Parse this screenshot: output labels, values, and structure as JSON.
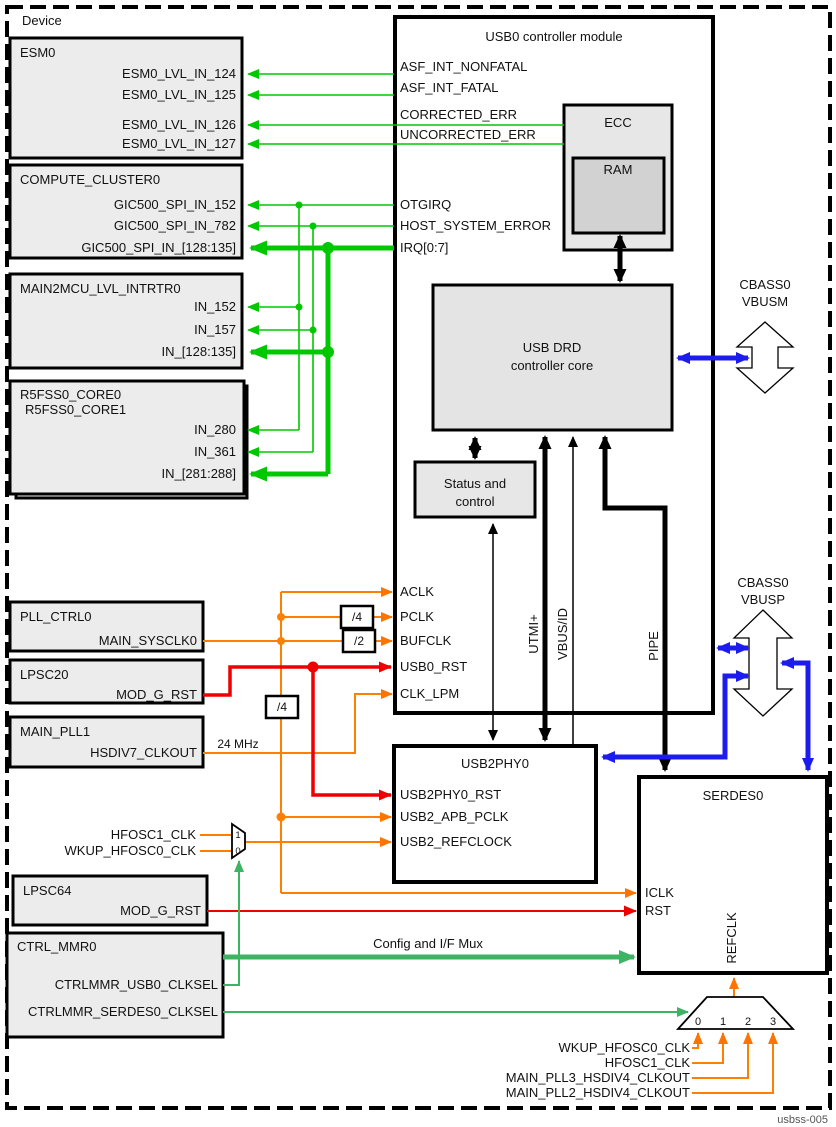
{
  "device": {
    "label": "Device",
    "footer": "usbss-005"
  },
  "esm0": {
    "title": "ESM0",
    "signals": [
      "ESM0_LVL_IN_124",
      "ESM0_LVL_IN_125",
      "ESM0_LVL_IN_126",
      "ESM0_LVL_IN_127"
    ]
  },
  "compute_cluster0": {
    "title": "COMPUTE_CLUSTER0",
    "signals": [
      "GIC500_SPI_IN_152",
      "GIC500_SPI_IN_782",
      "GIC500_SPI_IN_[128:135]"
    ]
  },
  "main2mcu": {
    "title": "MAIN2MCU_LVL_INTRTR0",
    "signals": [
      "IN_152",
      "IN_157",
      "IN_[128:135]"
    ]
  },
  "r5fss": {
    "title_line1": "R5FSS0_CORE0",
    "title_line2": "R5FSS0_CORE1",
    "signals": [
      "IN_280",
      "IN_361",
      "IN_[281:288]"
    ]
  },
  "usb0_module": {
    "title": "USB0 controller module",
    "irq_signals": [
      "ASF_INT_NONFATAL",
      "ASF_INT_FATAL",
      "CORRECTED_ERR",
      "UNCORRECTED_ERR",
      "OTGIRQ",
      "HOST_SYSTEM_ERROR",
      "IRQ[0:7]"
    ],
    "clock_signals": [
      "ACLK",
      "PCLK",
      "BUFCLK",
      "USB0_RST",
      "CLK_LPM"
    ]
  },
  "ecc": {
    "title": "ECC"
  },
  "ram": {
    "title": "RAM"
  },
  "usb_drd": {
    "line1": "USB DRD",
    "line2": "controller core"
  },
  "status_ctrl": {
    "line1": "Status and",
    "line2": "control"
  },
  "cbass_vbusm": {
    "line1": "CBASS0",
    "line2": "VBUSM"
  },
  "cbass_vbusp": {
    "line1": "CBASS0",
    "line2": "VBUSP"
  },
  "pll_ctrl0": {
    "title": "PLL_CTRL0",
    "signal": "MAIN_SYSCLK0"
  },
  "lpsc20": {
    "title": "LPSC20",
    "signal": "MOD_G_RST"
  },
  "main_pll1": {
    "title": "MAIN_PLL1",
    "signal": "HSDIV7_CLKOUT",
    "freq": "24 MHz"
  },
  "lpsc64": {
    "title": "LPSC64",
    "signal": "MOD_G_RST"
  },
  "ctrl_mmr0": {
    "title": "CTRL_MMR0",
    "signals": [
      "CTRLMMR_USB0_CLKSEL",
      "CTRLMMR_SERDES0_CLKSEL"
    ]
  },
  "dividers": {
    "div4a": "/4",
    "div2": "/2",
    "div4b": "/4"
  },
  "osc_mux": {
    "in1": "HFOSC1_CLK",
    "in0": "WKUP_HFOSC0_CLK",
    "label1": "1",
    "label0": "0"
  },
  "usb2phy0": {
    "title": "USB2PHY0",
    "signals": [
      "USB2PHY0_RST",
      "USB2_APB_PCLK",
      "USB2_REFCLOCK"
    ]
  },
  "serdes0": {
    "title": "SERDES0",
    "signals": [
      "ICLK",
      "RST"
    ],
    "refclk": "REFCLK"
  },
  "bus_labels": {
    "utmi": "UTMI+",
    "vbus_id": "VBUS/ID",
    "pipe": "PIPE",
    "config_mux": "Config and I/F Mux"
  },
  "refclk_mux": {
    "inputs": [
      "0",
      "1",
      "2",
      "3"
    ],
    "sources": [
      "WKUP_HFOSC0_CLK",
      "HFOSC1_CLK",
      "MAIN_PLL3_HSDIV4_CLKOUT",
      "MAIN_PLL2_HSDIV4_CLKOUT"
    ]
  },
  "colors": {
    "interrupt_green": "#00c800",
    "clock_orange": "#ff8000",
    "reset_red": "#ee0000",
    "bus_blue": "#1c1cee",
    "ctrl_green": "#3cb464",
    "box_fill": "#ececec",
    "ram_fill": "#d2d2d2"
  }
}
